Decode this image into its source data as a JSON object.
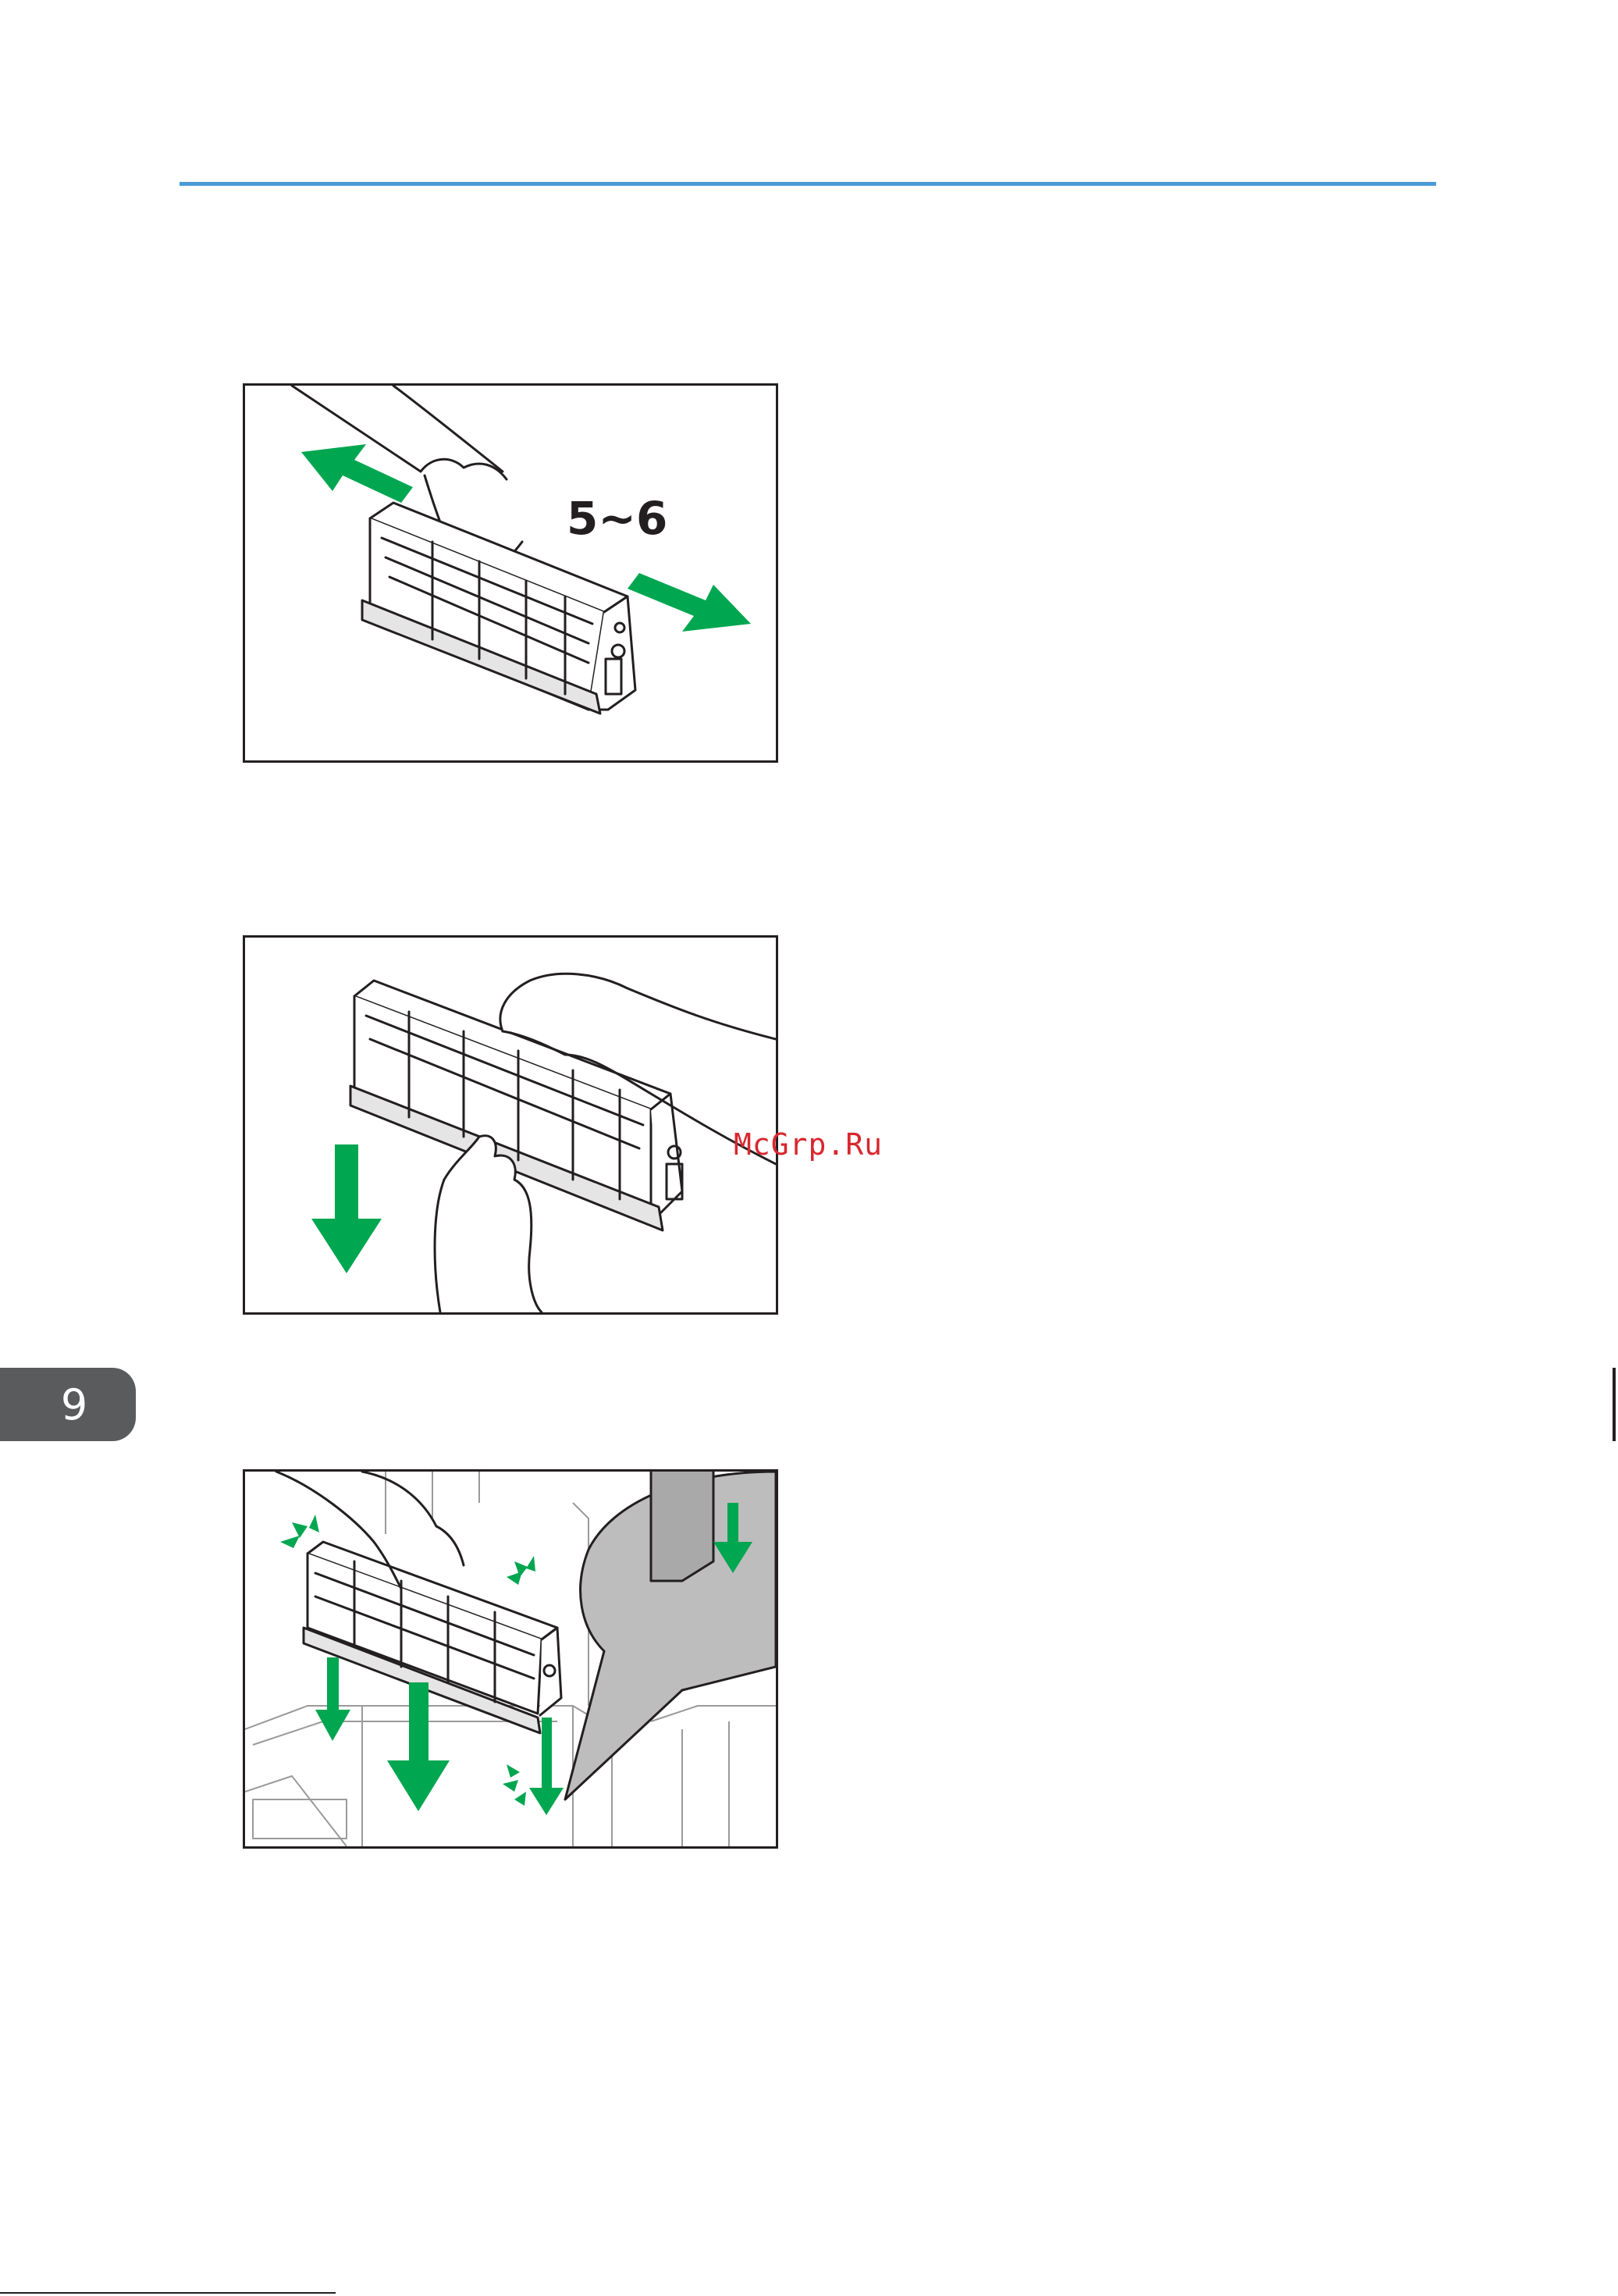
{
  "header": {
    "rule_color": "#4a9ad6"
  },
  "figures": [
    {
      "id": "shake-cartridge",
      "step_label": "5~6"
    },
    {
      "id": "remove-cover"
    },
    {
      "id": "insert-cartridge"
    }
  ],
  "watermark": {
    "text": "McGrp.Ru",
    "color": "#d9262e"
  },
  "chapter_tab": {
    "number": "9",
    "color": "#5a5b5d"
  },
  "arrow_color": "#00a650"
}
